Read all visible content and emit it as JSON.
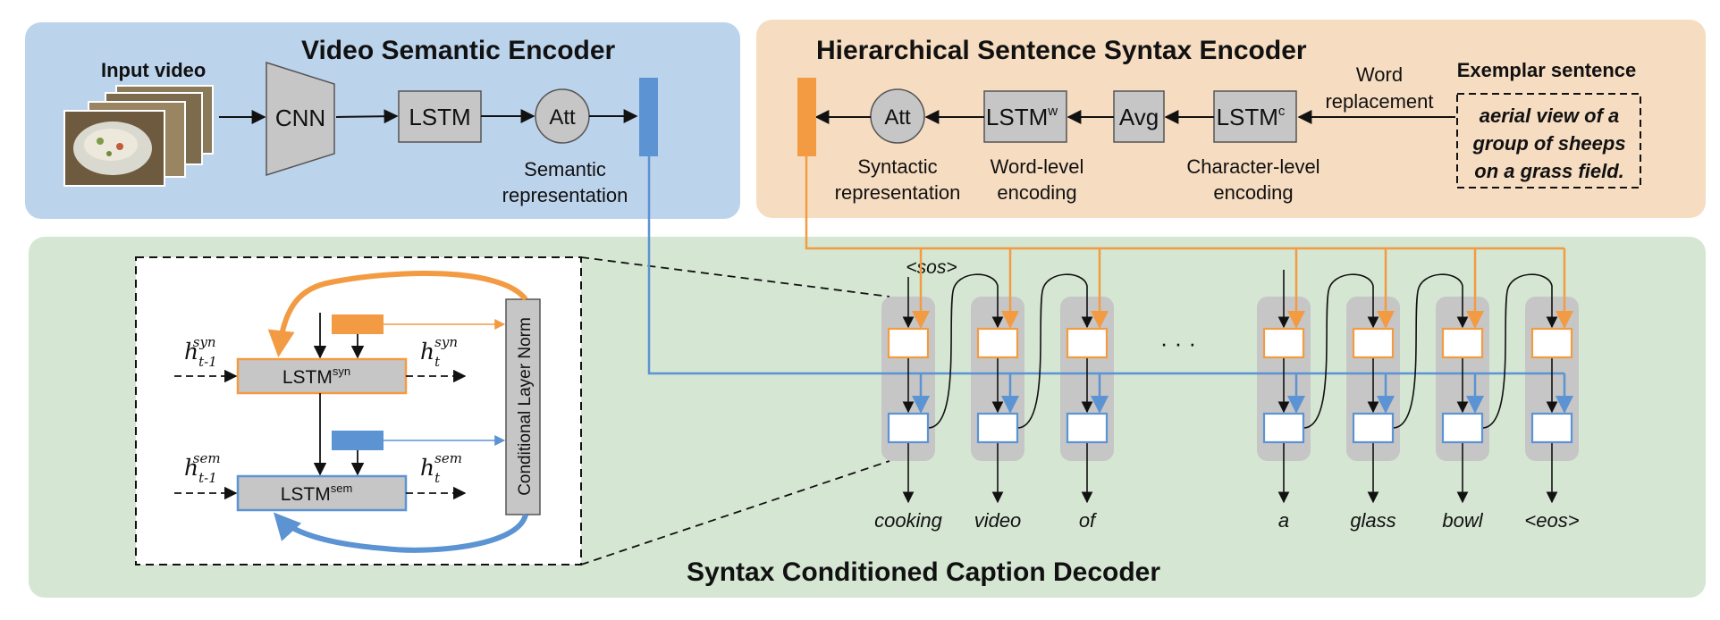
{
  "titles": {
    "video_encoder": "Video Semantic Encoder",
    "syntax_encoder": "Hierarchical Sentence Syntax Encoder",
    "decoder": "Syntax Conditioned Caption Decoder"
  },
  "video_encoder": {
    "input_label": "Input video",
    "cnn": "CNN",
    "lstm": "LSTM",
    "att": "Att",
    "output_line1": "Semantic",
    "output_line2": "representation"
  },
  "syntax_encoder": {
    "exemplar_title": "Exemplar sentence",
    "exemplar_lines": [
      "aerial view of a",
      "group of sheeps",
      "on a grass field."
    ],
    "replacement_line1": "Word",
    "replacement_line2": "replacement",
    "lstm_c": "LSTM",
    "lstm_c_sup": "c",
    "avg": "Avg",
    "lstm_w": "LSTM",
    "lstm_w_sup": "w",
    "att": "Att",
    "char_line1": "Character-level",
    "char_line2": "encoding",
    "word_line1": "Word-level",
    "word_line2": "encoding",
    "syn_line1": "Syntactic",
    "syn_line2": "representation"
  },
  "detail": {
    "lstm_syn": "LSTM",
    "lstm_syn_sup": "syn",
    "lstm_sem": "LSTM",
    "lstm_sem_sup": "sem",
    "cln": "Conditional Layer Norm",
    "h": "h",
    "sub_prev": "t-1",
    "sub_t": "t",
    "sup_syn": "syn",
    "sup_sem": "sem"
  },
  "decoder": {
    "sos": "<sos>",
    "ellipsis": "· · ·",
    "words": [
      "cooking",
      "video",
      "of",
      "a",
      "glass",
      "bowl",
      "<eos>"
    ]
  },
  "colors": {
    "blue_panel": "#bcd3ec",
    "orange_panel": "#f6dcc1",
    "green_panel": "#d5e6d3",
    "orange": "#f29b43",
    "blue": "#5b93d3",
    "gray": "#c6c6c6"
  }
}
